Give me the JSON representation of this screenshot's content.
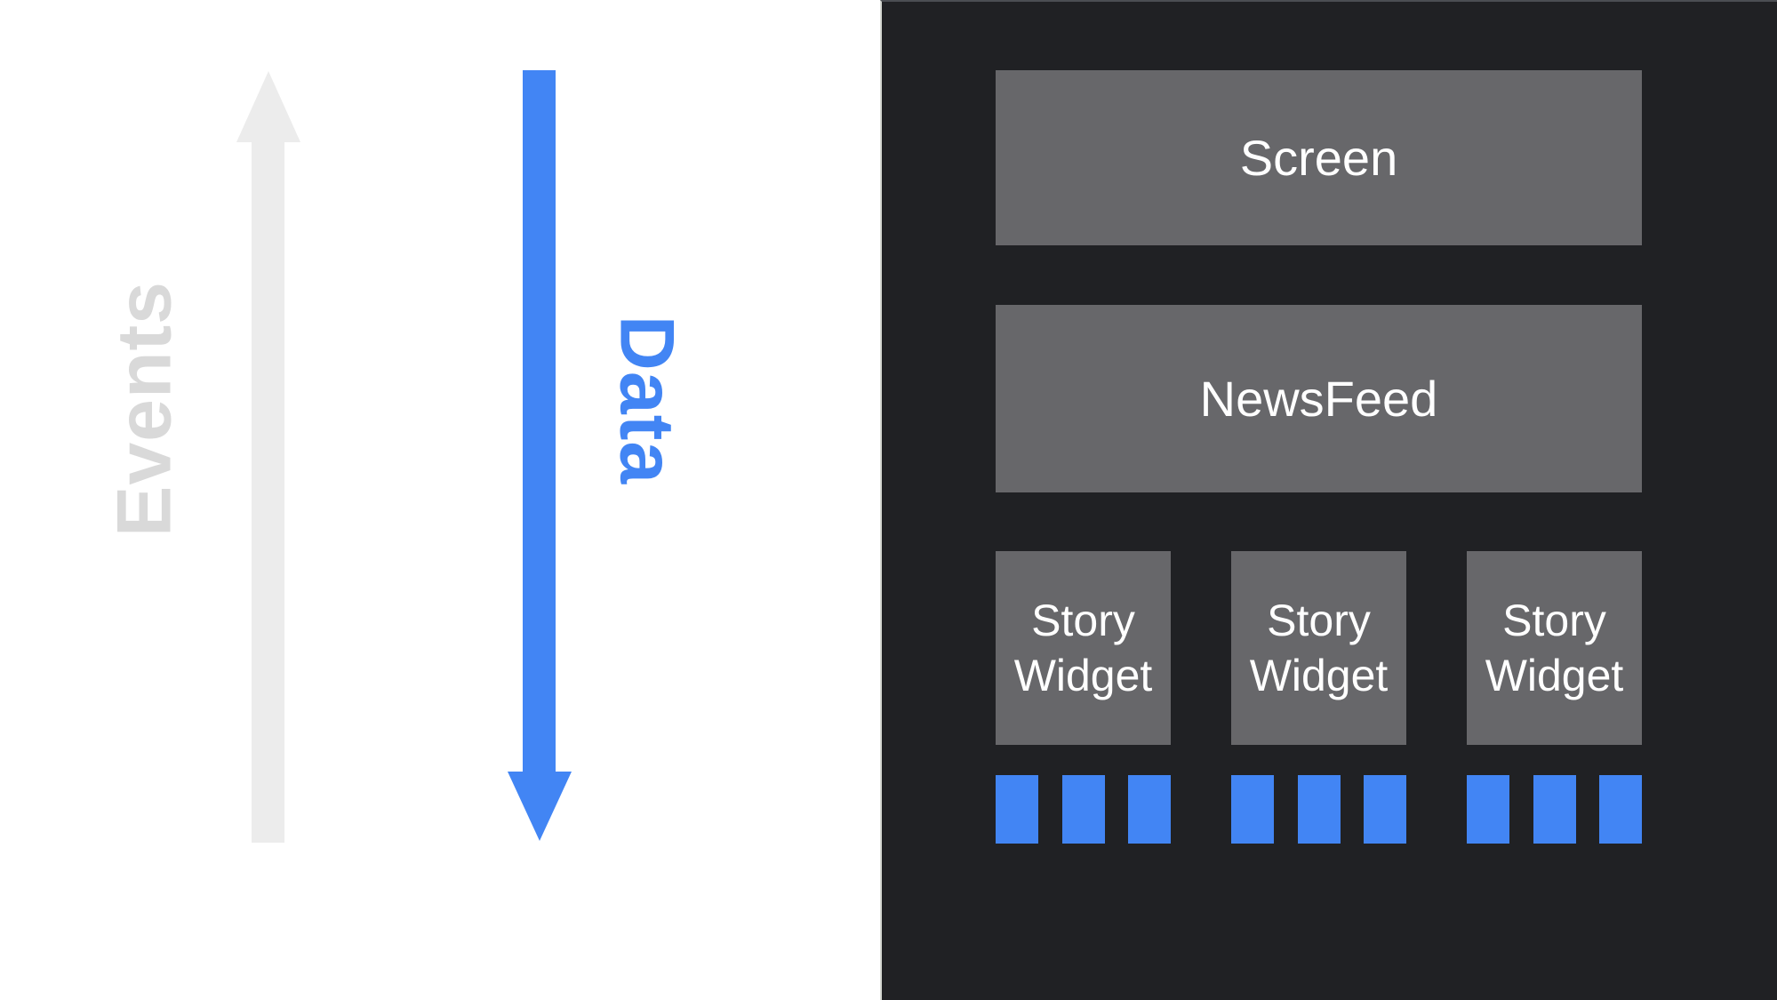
{
  "left_panel": {
    "events_label": "Events",
    "data_label": "Data",
    "events_text_color": "#d9d9d9",
    "events_arrow_color": "#ececec",
    "data_color": "#4285f4"
  },
  "right_panel": {
    "background_color": "#202124",
    "box_color": "#67676a",
    "accent_color": "#4285f4",
    "screen_label": "Screen",
    "newsfeed_label": "NewsFeed",
    "story_row": {
      "count": 3,
      "widget_label": "Story\nWidget",
      "blocks_per_widget": 3
    }
  }
}
